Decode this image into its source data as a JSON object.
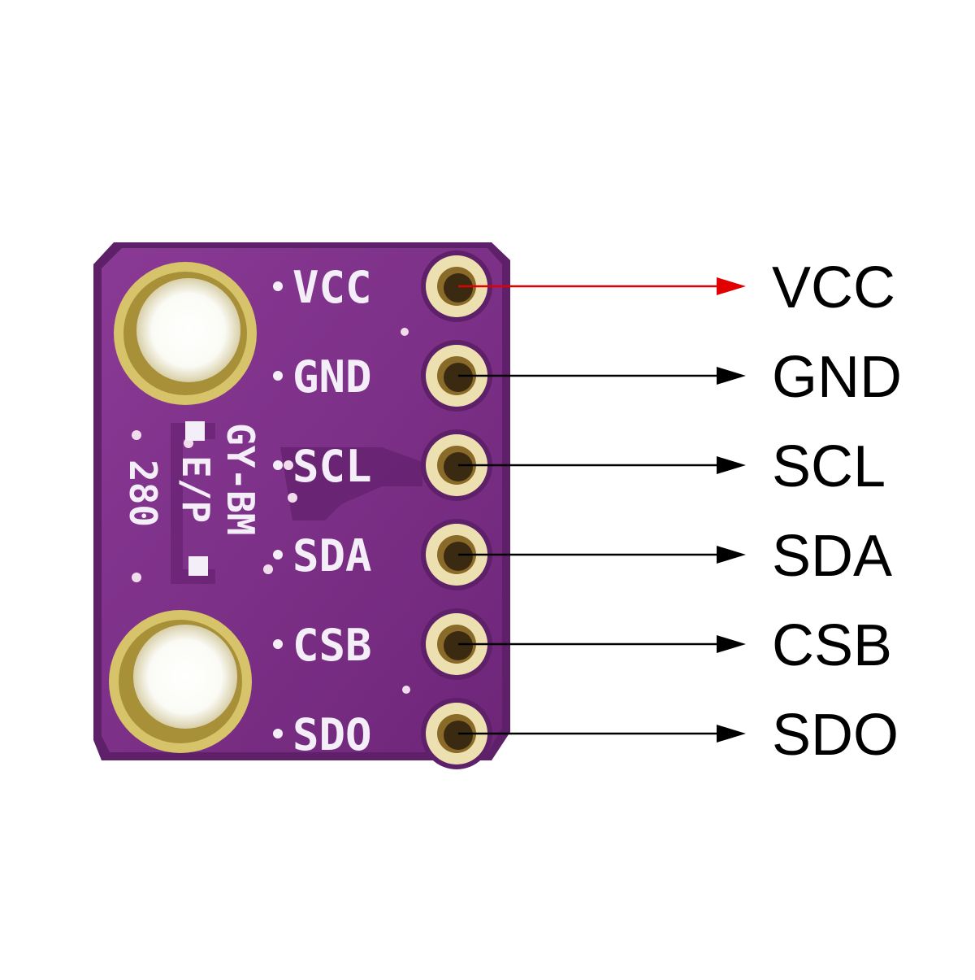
{
  "board": {
    "pcb_color": "#7a2f86",
    "pcb_edge_color": "#5e2068",
    "pad_color": "#ede0b0",
    "hole_color": "#3a2a12",
    "silkscreen_color": "#f4eef8",
    "part_label_lines": [
      "GY-BM",
      "E/P",
      "280"
    ]
  },
  "pins": [
    {
      "silk": "VCC",
      "label": "VCC",
      "arrow_color": "#e00000"
    },
    {
      "silk": "GND",
      "label": "GND",
      "arrow_color": "#000000"
    },
    {
      "silk": "SCL",
      "label": "SCL",
      "arrow_color": "#000000"
    },
    {
      "silk": "SDA",
      "label": "SDA",
      "arrow_color": "#000000"
    },
    {
      "silk": "CSB",
      "label": "CSB",
      "arrow_color": "#000000"
    },
    {
      "silk": "SDO",
      "label": "SDO",
      "arrow_color": "#000000"
    }
  ]
}
